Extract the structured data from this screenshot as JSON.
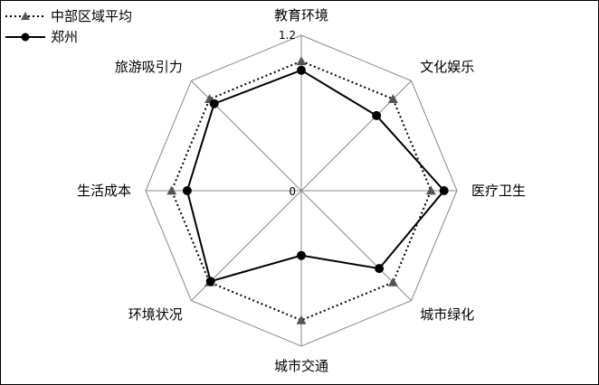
{
  "chart_data": {
    "type": "radar",
    "categories": [
      "教育环境",
      "文化娱乐",
      "医疗卫生",
      "城市绿化",
      "城市交通",
      "环境状况",
      "生活成本",
      "旅游吸引力"
    ],
    "rmin": 0,
    "rmax": 1.2,
    "tick_labels": [
      "0",
      "1.2"
    ],
    "grid": true,
    "legend_position": "top-left",
    "series": [
      {
        "name": "中部区域平均",
        "line_style": "dotted",
        "marker": "triangle",
        "color": "#000000",
        "marker_color": "#555555",
        "values": [
          1.0,
          1.0,
          1.0,
          1.0,
          1.0,
          1.0,
          1.0,
          1.0
        ]
      },
      {
        "name": "郑州",
        "line_style": "solid",
        "marker": "circle",
        "color": "#000000",
        "marker_color": "#000000",
        "values": [
          0.93,
          0.82,
          1.1,
          0.85,
          0.5,
          0.99,
          0.88,
          0.95
        ]
      }
    ]
  }
}
